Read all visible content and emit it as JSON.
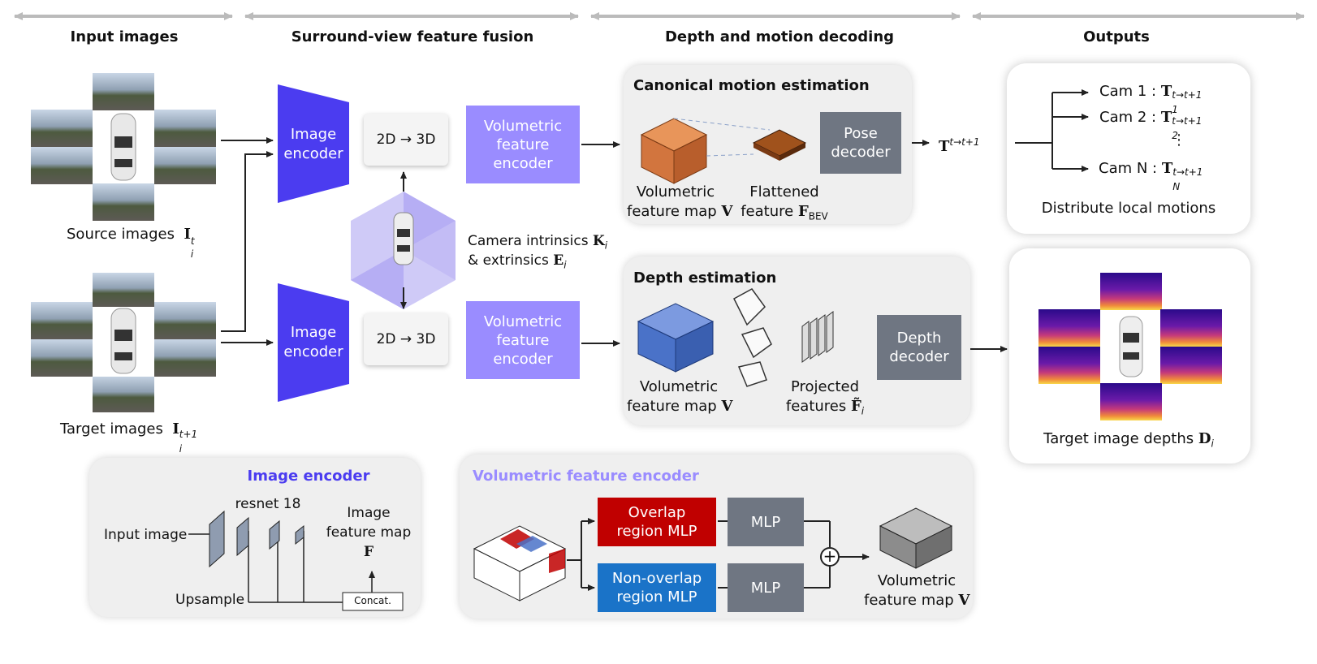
{
  "sections": {
    "input_images": "Input images",
    "fusion": "Surround-view feature fusion",
    "decoding": "Depth and motion decoding",
    "outputs": "Outputs"
  },
  "inputs": {
    "source_label": "Source images",
    "source_sym": "I",
    "source_sub": "i",
    "source_sup": "t",
    "target_label": "Target images",
    "target_sym": "I",
    "target_sub": "i",
    "target_sup": "t+1"
  },
  "fusion": {
    "image_encoder_line1": "Image",
    "image_encoder_line2": "encoder",
    "lift_label": "2D → 3D",
    "vol_enc_line1": "Volumetric",
    "vol_enc_line2": "feature",
    "vol_enc_line3": "encoder",
    "camera_line1": "Camera intrinsics",
    "camera_K": "K",
    "camera_K_sub": "i",
    "camera_line2": "& extrinsics",
    "camera_E": "E",
    "camera_E_sub": "i"
  },
  "motion": {
    "title": "Canonical motion estimation",
    "vol_map_line1": "Volumetric",
    "vol_map_line2": "feature map",
    "vol_map_sym": "V",
    "flat_line1": "Flattened",
    "flat_line2": "feature",
    "flat_sym": "F",
    "flat_sub": "BEV",
    "pose_line1": "Pose",
    "pose_line2": "decoder",
    "T_sym": "T",
    "T_sup": "t→t+1"
  },
  "depth": {
    "title": "Depth estimation",
    "vol_map_line1": "Volumetric",
    "vol_map_line2": "feature map",
    "vol_map_sym": "V",
    "proj_line1": "Projected",
    "proj_line2": "features",
    "proj_sym": "F̃",
    "proj_sub": "i",
    "dec_line1": "Depth",
    "dec_line2": "decoder"
  },
  "outputs": {
    "cams": [
      {
        "label": "Cam 1 :",
        "sym": "T",
        "sub": "1",
        "sup": "t→t+1"
      },
      {
        "label": "Cam 2 :",
        "sym": "T",
        "sub": "2",
        "sup": "t→t+1"
      },
      {
        "label": "Cam N :",
        "sym": "T",
        "sub": "N",
        "sup": "t→t+1"
      }
    ],
    "ellipsis": "⋮",
    "distribute": "Distribute local motions",
    "depths_label": "Target image depths",
    "depths_sym": "D",
    "depths_sub": "i"
  },
  "enc_detail": {
    "title": "Image encoder",
    "input": "Input image",
    "resnet": "resnet 18",
    "fmap_line1": "Image",
    "fmap_line2": "feature map",
    "fmap_sym": "F",
    "upsample": "Upsample",
    "concat": "Concat."
  },
  "vfe_detail": {
    "title": "Volumetric feature encoder",
    "overlap_line1": "Overlap",
    "overlap_line2": "region MLP",
    "nonoverlap_line1": "Non-overlap",
    "nonoverlap_line2": "region MLP",
    "mlp": "MLP",
    "plus": "+",
    "out_line1": "Volumetric",
    "out_line2": "feature map",
    "out_sym": "V"
  },
  "colors": {
    "encoder_blue": "#4b3cf0",
    "volumetric_lavender": "#9a8cff",
    "decoder_grey": "#6f7682",
    "overlap_red": "#c00000",
    "nonoverlap_blue": "#1a73c8",
    "motion_orange": "#d2753e",
    "depth_blue": "#4a72c8"
  },
  "icons": [
    "car-icon",
    "camera-frustum-icon",
    "depth-map-icon",
    "voxel-grid-icon",
    "road-photo-icon"
  ]
}
